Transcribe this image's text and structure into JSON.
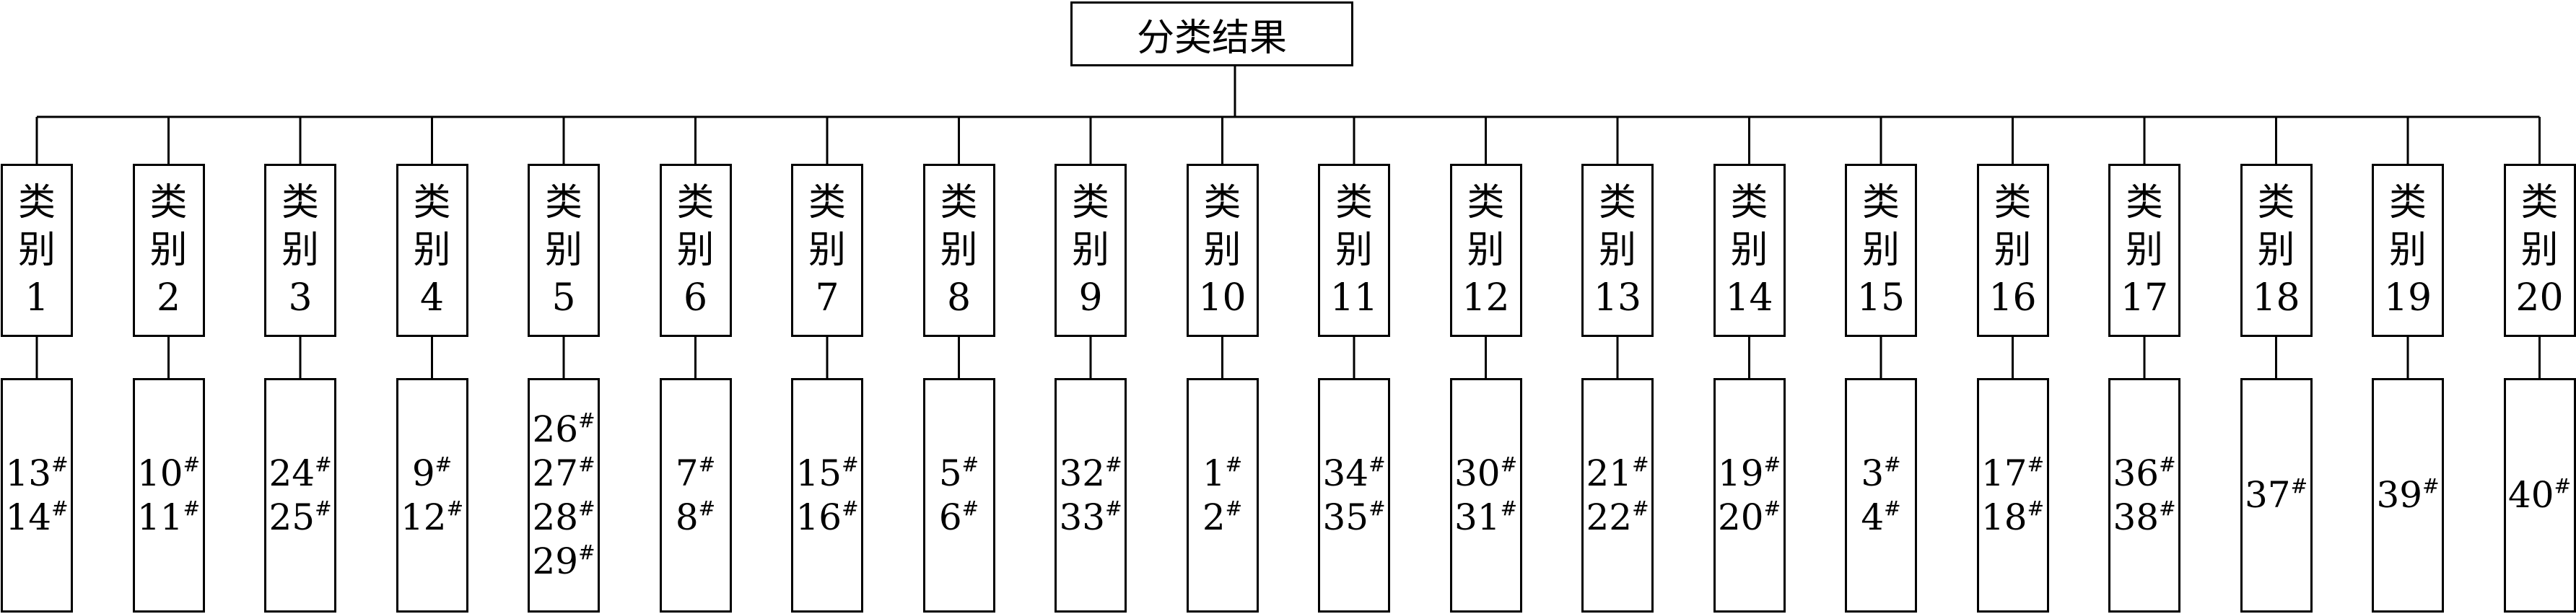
{
  "root": {
    "label": "分类结果"
  },
  "category_prefix": [
    "类",
    "别"
  ],
  "categories": [
    {
      "number": "1",
      "members": [
        "13",
        "14"
      ]
    },
    {
      "number": "2",
      "members": [
        "10",
        "11"
      ]
    },
    {
      "number": "3",
      "members": [
        "24",
        "25"
      ]
    },
    {
      "number": "4",
      "members": [
        "9",
        "12"
      ]
    },
    {
      "number": "5",
      "members": [
        "26",
        "27",
        "28",
        "29"
      ]
    },
    {
      "number": "6",
      "members": [
        "7",
        "8"
      ]
    },
    {
      "number": "7",
      "members": [
        "15",
        "16"
      ]
    },
    {
      "number": "8",
      "members": [
        "5",
        "6"
      ]
    },
    {
      "number": "9",
      "members": [
        "32",
        "33"
      ]
    },
    {
      "number": "10",
      "members": [
        "1",
        "2"
      ]
    },
    {
      "number": "11",
      "members": [
        "34",
        "35"
      ]
    },
    {
      "number": "12",
      "members": [
        "30",
        "31"
      ]
    },
    {
      "number": "13",
      "members": [
        "21",
        "22"
      ]
    },
    {
      "number": "14",
      "members": [
        "19",
        "20"
      ]
    },
    {
      "number": "15",
      "members": [
        "3",
        "4"
      ]
    },
    {
      "number": "16",
      "members": [
        "17",
        "18"
      ]
    },
    {
      "number": "17",
      "members": [
        "36",
        "38"
      ]
    },
    {
      "number": "18",
      "members": [
        "37"
      ]
    },
    {
      "number": "19",
      "members": [
        "39"
      ]
    },
    {
      "number": "20",
      "members": [
        "40"
      ]
    }
  ],
  "member_suffix": "#"
}
